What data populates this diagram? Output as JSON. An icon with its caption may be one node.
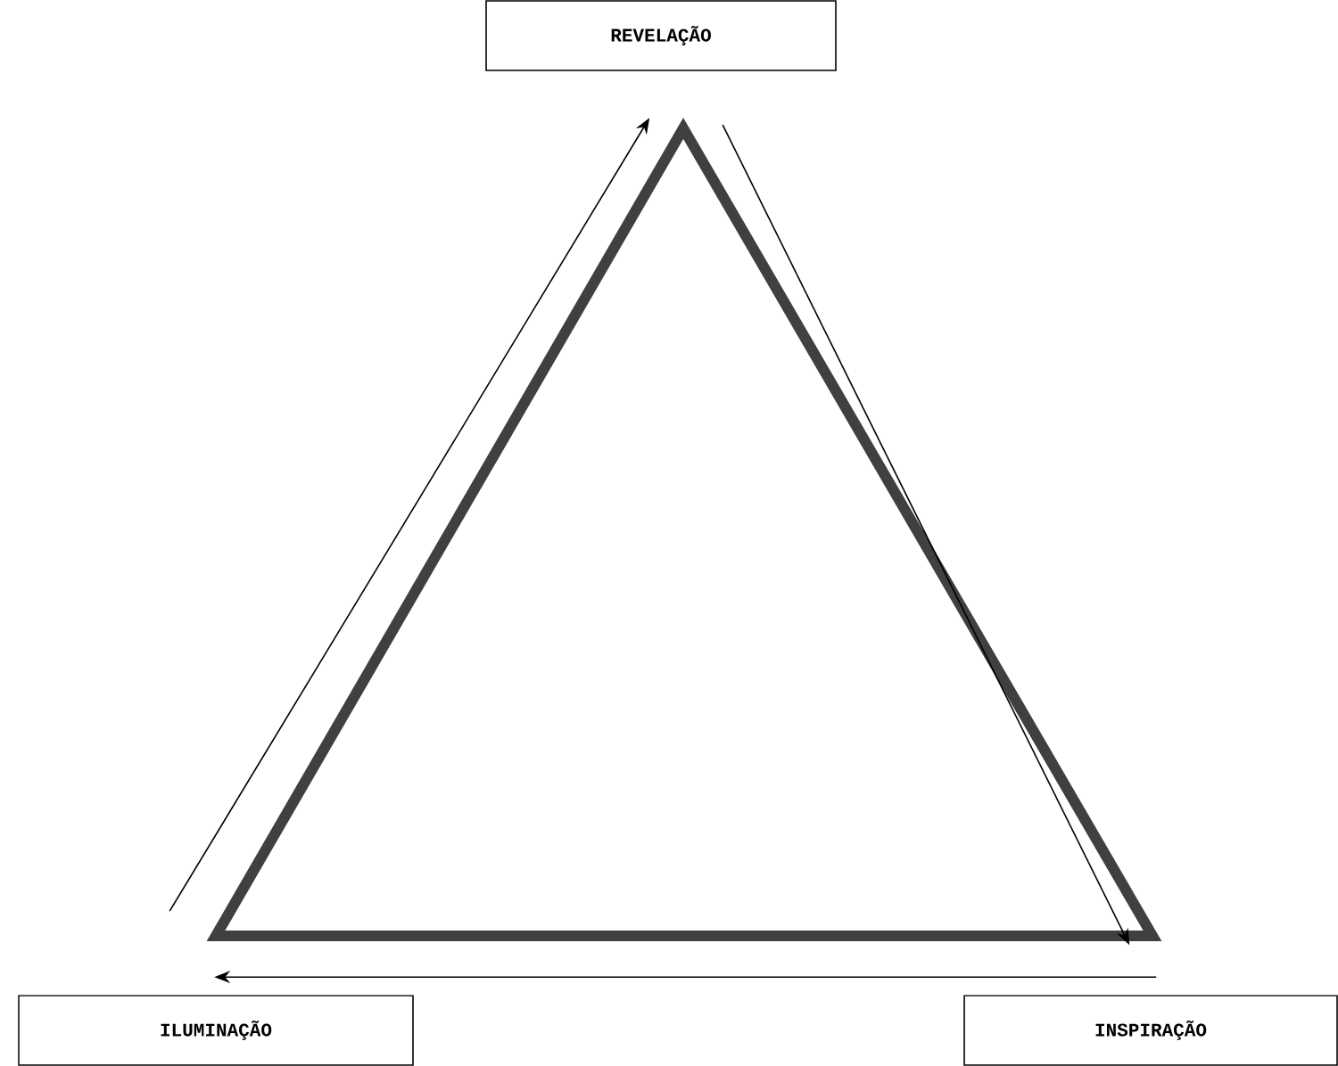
{
  "diagram": {
    "nodes": [
      {
        "text": [
          "REVELAÇÃO"
        ]
      },
      {
        "text": [
          "ILUMINAÇÃO"
        ]
      },
      {
        "text": [
          "INSPIRAÇÃO"
        ]
      }
    ],
    "edges": [
      {
        "from": 1,
        "to": 0,
        "arrow": "to"
      },
      {
        "from": 0,
        "to": 2,
        "arrow": "to"
      },
      {
        "from": 2,
        "to": 1,
        "arrow": "to"
      }
    ]
  }
}
